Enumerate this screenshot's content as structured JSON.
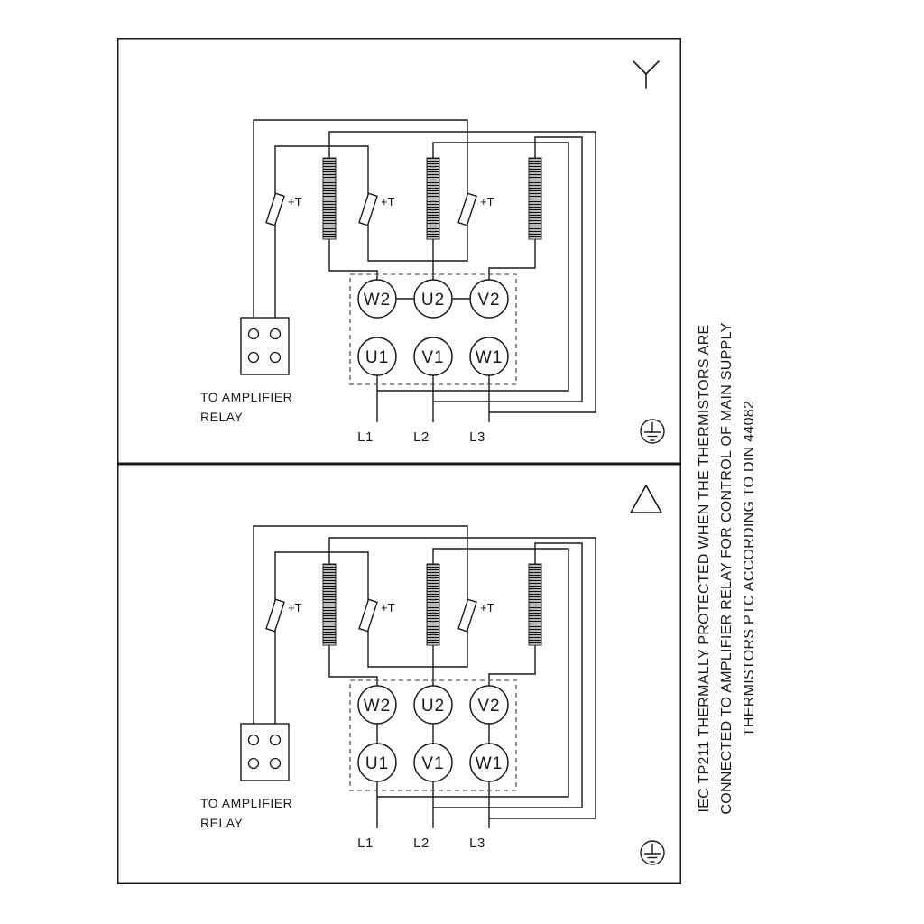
{
  "diagram": {
    "panels": [
      {
        "symbol": "star"
      },
      {
        "symbol": "delta"
      }
    ],
    "terminals_top": [
      "W2",
      "U2",
      "V2"
    ],
    "terminals_bottom": [
      "U1",
      "V1",
      "W1"
    ],
    "supply_lines": [
      "L1",
      "L2",
      "L3"
    ],
    "thermistor_label": "+T",
    "relay_caption_line1": "TO AMPLIFIER",
    "relay_caption_line2": "RELAY"
  },
  "side_note": {
    "line1": "IEC TP211 THERMALLY PROTECTED WHEN THE THERMISTORS ARE",
    "line2": "CONNECTED TO AMPLIFIER RELAY FOR CONTROL OF MAIN SUPPLY",
    "line3": "THERMISTORS PTC ACCORDING TO DIN 44082"
  },
  "colors": {
    "line": "#1a1a1a",
    "background": "#ffffff"
  }
}
